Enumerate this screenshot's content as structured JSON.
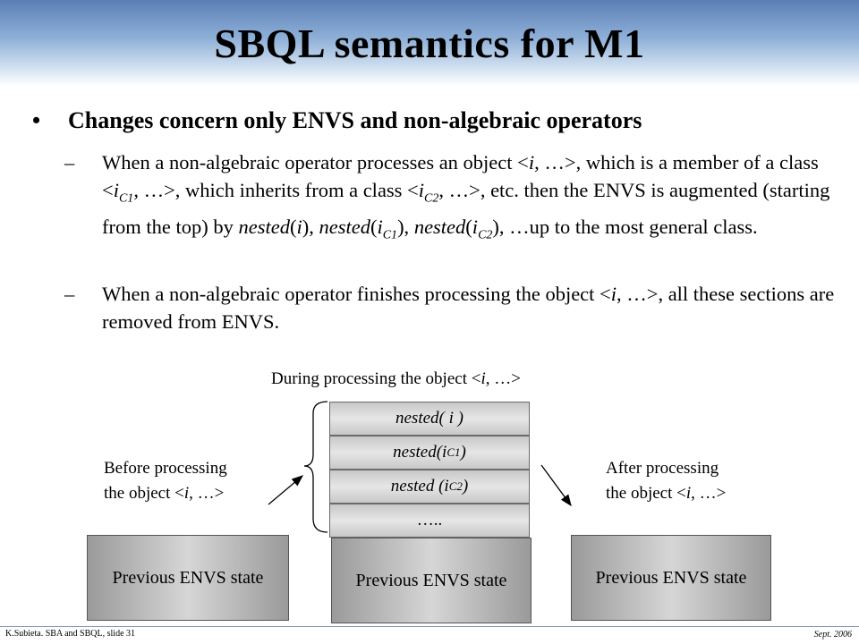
{
  "slide": {
    "title": "SBQL semantics for M1",
    "bullet": "Changes concern only ENVS and non-algebraic operators",
    "sub1": {
      "dash": "–",
      "p1": "When a non-algebraic operator processes an object <",
      "i1": "i",
      "p2": ", …>, which is a member of a class <",
      "i2": "i",
      "s2": "C1",
      "p3": ", …>, which inherits from a class <",
      "i3": "i",
      "s3": "C2",
      "p4": ", …>, etc. then the ENVS is augmented (starting from the top) by ",
      "n1": "nested",
      "p5a": "(",
      "i4": "i",
      "p5b": "), ",
      "n2": "nested",
      "p6a": "(",
      "i5": "i",
      "s5": "C1",
      "p6b": "), ",
      "n3": "nested",
      "p7a": "(",
      "i6": "i",
      "s6": "C2",
      "p7b": "), …up to the most general class."
    },
    "sub2": {
      "dash": "–",
      "p1": "When a non-algebraic operator finishes processing the object <",
      "i1": "i",
      "p2": ", …>, all these sections are removed from ENVS."
    }
  },
  "diagram": {
    "during_label_pre": "During processing the object <",
    "during_label_i": "i",
    "during_label_post": ", …>",
    "before_line1": "Before processing",
    "before_line2_pre": "the object <",
    "before_line2_i": "i",
    "before_line2_post": ", …>",
    "after_line1": "After processing",
    "after_line2_pre": "the object <",
    "after_line2_i": "i",
    "after_line2_post": ", …>",
    "stack": {
      "b1": "nested( i )",
      "b2_pre": "nested(i",
      "b2_sub": "C1",
      "b2_post": ")",
      "b3_pre": "nested (i",
      "b3_sub": "C2",
      "b3_post": ")",
      "b4": "….."
    },
    "state_before": "Previous ENVS state",
    "state_during": "Previous ENVS state",
    "state_after": "Previous ENVS state"
  },
  "footer": {
    "left": "K.Subieta. SBA and SBQL, slide 31",
    "right": "Sept. 2006"
  }
}
